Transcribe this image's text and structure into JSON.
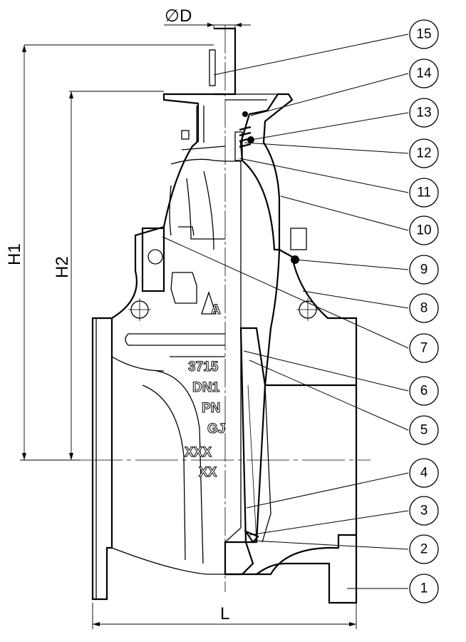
{
  "dimensions": {
    "diameter_symbol": "∅",
    "diameter_label": "D",
    "h1_label": "H1",
    "h2_label": "H2",
    "l_label": "L"
  },
  "body_marks": [
    "3715",
    "DN1",
    "PN",
    "GJ",
    "XXX",
    "XX"
  ],
  "logo_text": "A",
  "callouts": [
    "1",
    "2",
    "3",
    "4",
    "5",
    "6",
    "7",
    "8",
    "9",
    "10",
    "11",
    "12",
    "13",
    "14",
    "15"
  ]
}
